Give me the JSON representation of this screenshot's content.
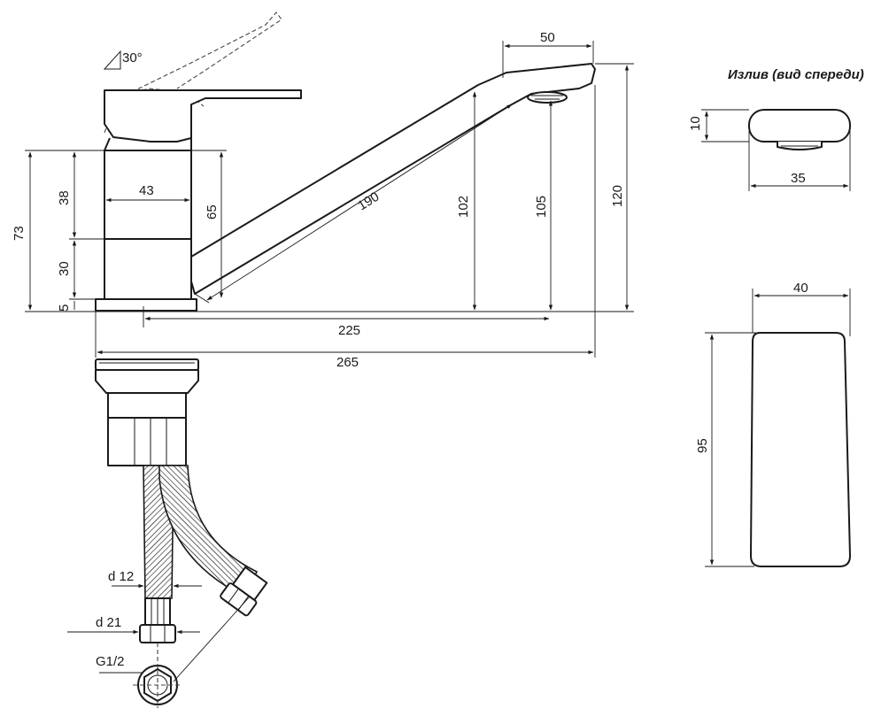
{
  "title": "Излив (вид спереди)",
  "angle": "30°",
  "labels": {
    "d50": "50",
    "d43": "43",
    "d65": "65",
    "d190": "190",
    "d102": "102",
    "d105": "105",
    "d120": "120",
    "d73": "73",
    "d38": "38",
    "d30": "30",
    "d5": "5",
    "d225": "225",
    "d265": "265",
    "d10": "10",
    "d35": "35",
    "d40": "40",
    "d95": "95",
    "d12": "d 12",
    "d21": "d 21",
    "g12": "G1/2"
  }
}
